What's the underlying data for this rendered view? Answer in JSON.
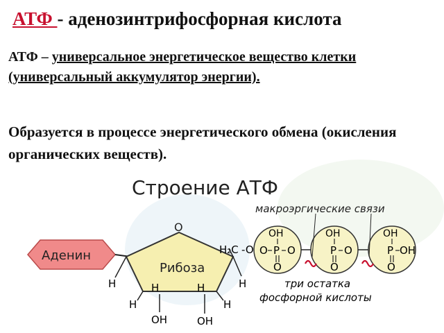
{
  "title": {
    "abbr": "АТФ ",
    "rest": "- аденозинтрифосфорная кислота"
  },
  "paragraph1": {
    "lead": "АТФ – ",
    "underlined": "универсальное энергетическое вещество клетки (универсальный аккумулятор энергии). "
  },
  "paragraph2": "Образуется в процессе энергетического обмена (окисления органических веществ).",
  "diagram": {
    "heading": "Строение АТФ",
    "macro_label": "макроэргические связи",
    "adenine": "Аденин",
    "ribose": "Рибоза",
    "ring_oxygen": "O",
    "h2c": "H₂C",
    "h": "H",
    "oh": "OH",
    "o": "O",
    "p": "P",
    "dash_o": "-O-",
    "phosphate_label_line1": "три остатка",
    "phosphate_label_line2": "фосфорной кислоты",
    "colors": {
      "accent": "#c8102e",
      "adenine_fill": "#f08a8a",
      "ribose_fill": "#f6efb0",
      "phosphate_fill": "#f7f3c6"
    }
  }
}
